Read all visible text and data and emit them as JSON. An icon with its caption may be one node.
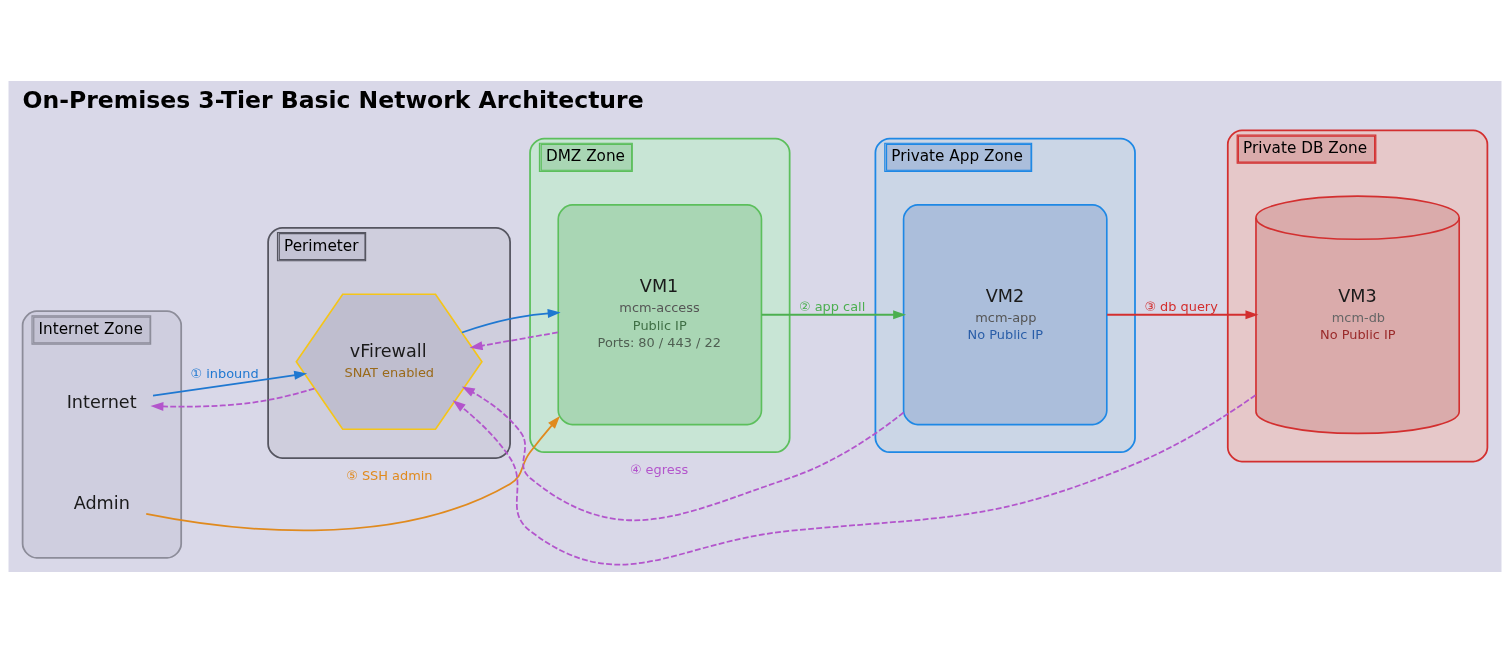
{
  "diagram": {
    "title": "On-Premises 3-Tier Basic Network Architecture",
    "nodes": [
      {
        "text": [
          "Internet Zone"
        ]
      },
      {
        "text": [
          "Internet"
        ],
        "in": 0
      },
      {
        "text": [
          "Admin"
        ],
        "in": 0
      },
      {
        "text": [
          "Perimeter"
        ]
      },
      {
        "text": [
          "vFirewall",
          "SNAT enabled"
        ],
        "in": 3
      },
      {
        "text": [
          "DMZ Zone"
        ]
      },
      {
        "text": [
          "VM1",
          "mcm-access",
          "Public IP",
          "Ports: 80 / 443 / 22"
        ],
        "in": 5
      },
      {
        "text": [
          "Private App Zone"
        ]
      },
      {
        "text": [
          "VM2",
          "mcm-app",
          "No Public IP"
        ],
        "in": 7
      },
      {
        "text": [
          "Private DB Zone"
        ]
      },
      {
        "text": [
          "VM3",
          "mcm-db",
          "No Public IP"
        ],
        "in": 9
      }
    ],
    "edges": [
      {
        "from": 1,
        "to": 4,
        "arrow": "to",
        "label": "① inbound",
        "color": "#1f78d1"
      },
      {
        "from": 4,
        "to": 6,
        "arrow": "to",
        "color": "#1f78d1"
      },
      {
        "from": 6,
        "to": 8,
        "arrow": "to",
        "label": "② app call",
        "color": "#4caf50"
      },
      {
        "from": 8,
        "to": 10,
        "arrow": "to",
        "label": "③ db query",
        "color": "#d32f2f"
      },
      {
        "from": 8,
        "to": 4,
        "arrow": "to",
        "label": "④ egress",
        "style": "dashed"
      },
      {
        "from": 10,
        "to": 4,
        "arrow": "to",
        "style": "dashed"
      },
      {
        "from": 6,
        "to": 4,
        "arrow": "to",
        "style": "dashed"
      },
      {
        "from": 4,
        "to": 1,
        "arrow": "to",
        "style": "dashed"
      },
      {
        "from": 2,
        "to": 6,
        "arrow": "to",
        "label": "⑤ SSH admin",
        "color": "#e08a1e"
      }
    ]
  }
}
